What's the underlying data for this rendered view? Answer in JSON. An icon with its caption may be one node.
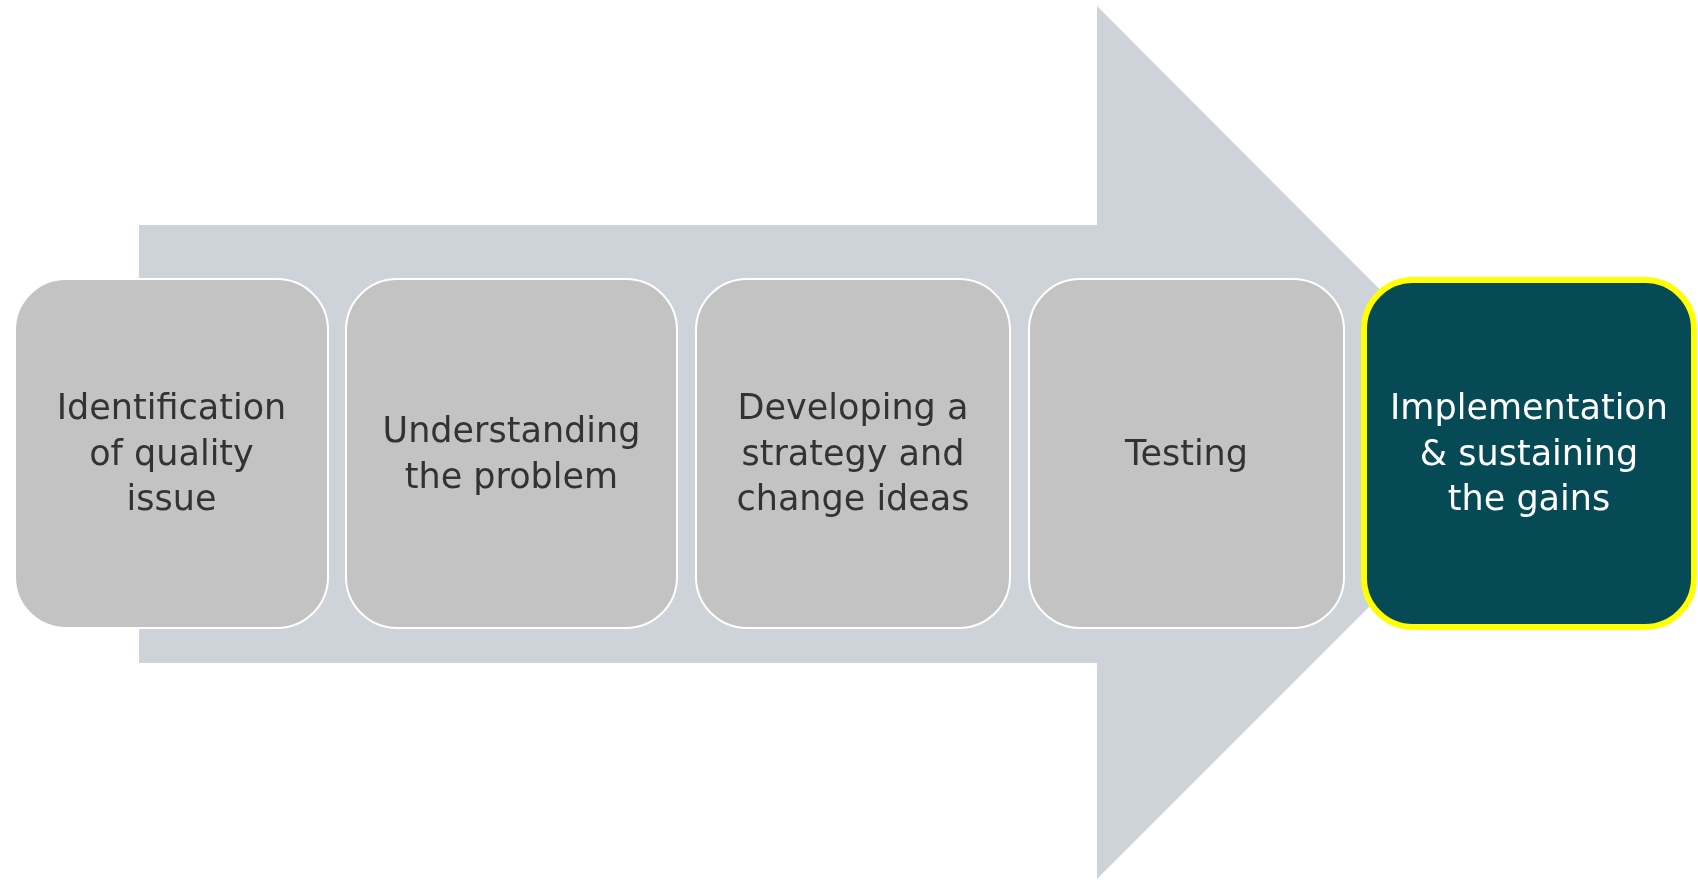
{
  "diagram": {
    "nodes": [
      {
        "text": [
          "Identification of quality issue"
        ]
      },
      {
        "text": [
          "Understanding the problem"
        ]
      },
      {
        "text": [
          "Developing a strategy and change ideas"
        ]
      },
      {
        "text": [
          "Testing"
        ]
      },
      {
        "text": [
          "Implementation & sustaining the gains"
        ]
      }
    ],
    "edges": [
      {
        "from": 0,
        "to": 4,
        "arrow": "to"
      }
    ]
  }
}
